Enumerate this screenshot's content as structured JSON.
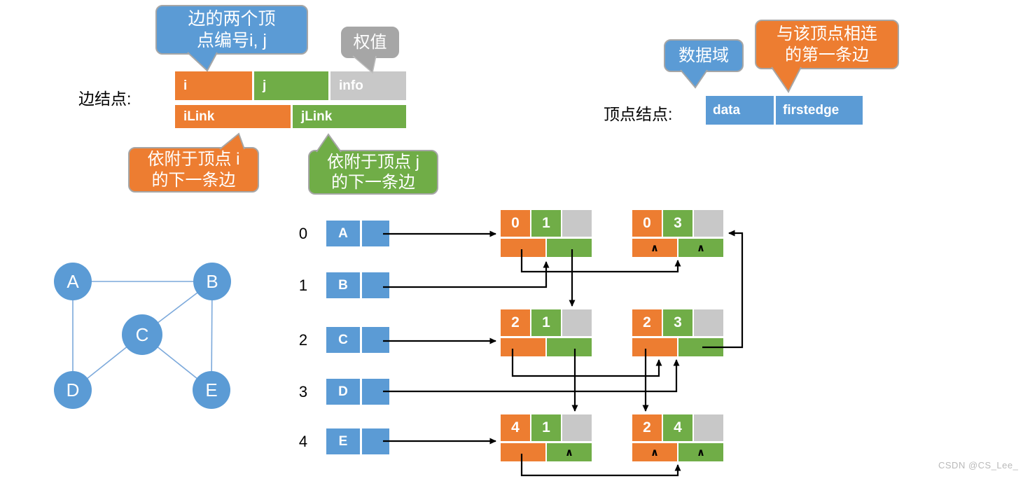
{
  "colors": {
    "orange": "#ED7D31",
    "green": "#70AD47",
    "blue": "#5B9BD5",
    "gray_cell": "#C8C8C8",
    "gray_bubble": "#A6A6A6"
  },
  "callouts": {
    "edge_vertices": {
      "line1": "边的两个顶",
      "line2": "点编号i, j"
    },
    "weight": {
      "text": "权值"
    },
    "next_edge_i": {
      "line1": "依附于顶点 i",
      "line2": "的下一条边"
    },
    "next_edge_j": {
      "line1": "依附于顶点 j",
      "line2": "的下一条边"
    },
    "data_field": {
      "text": "数据域"
    },
    "first_edge": {
      "line1": "与该顶点相连",
      "line2": "的第一条边"
    }
  },
  "edge_node_struct": {
    "label": "边结点:",
    "top_cells": [
      "i",
      "j",
      "info"
    ],
    "bottom_cells": [
      "iLink",
      "jLink"
    ]
  },
  "vertex_node_struct": {
    "label": "顶点结点:",
    "cells": [
      "data",
      "firstedge"
    ]
  },
  "graph": {
    "vertices": [
      "A",
      "B",
      "C",
      "D",
      "E"
    ],
    "edges": [
      [
        "A",
        "B"
      ],
      [
        "A",
        "D"
      ],
      [
        "B",
        "C"
      ],
      [
        "B",
        "E"
      ],
      [
        "C",
        "D"
      ],
      [
        "C",
        "E"
      ]
    ]
  },
  "vertex_list": {
    "rows": [
      {
        "index": "0",
        "label": "A"
      },
      {
        "index": "1",
        "label": "B"
      },
      {
        "index": "2",
        "label": "C"
      },
      {
        "index": "3",
        "label": "D"
      },
      {
        "index": "4",
        "label": "E"
      }
    ]
  },
  "edge_nodes": [
    {
      "i": "0",
      "j": "1",
      "info": "",
      "ilink": "",
      "jlink": ""
    },
    {
      "i": "0",
      "j": "3",
      "info": "",
      "ilink": "∧",
      "jlink": "∧"
    },
    {
      "i": "2",
      "j": "1",
      "info": "",
      "ilink": "",
      "jlink": ""
    },
    {
      "i": "2",
      "j": "3",
      "info": "",
      "ilink": "",
      "jlink": ""
    },
    {
      "i": "4",
      "j": "1",
      "info": "",
      "ilink": "",
      "jlink": "∧"
    },
    {
      "i": "2",
      "j": "4",
      "info": "",
      "ilink": "∧",
      "jlink": "∧"
    }
  ],
  "watermark": "CSDN @CS_Lee_"
}
